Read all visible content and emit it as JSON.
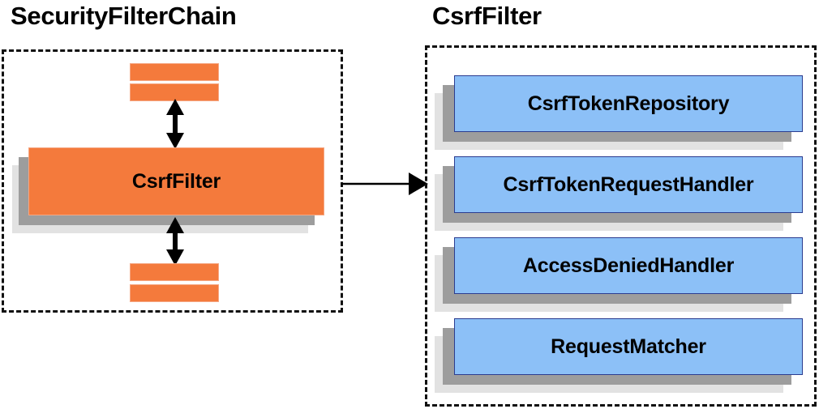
{
  "diagram": {
    "type": "component-collaboration-diagram",
    "background_color": "#ffffff",
    "panels": [
      {
        "id": "security-filter-chain",
        "title": "SecurityFilterChain",
        "border_style": "dashed",
        "border_color": "#111111"
      },
      {
        "id": "csrf-filter",
        "title": "CsrfFilter",
        "border_style": "dashed",
        "border_color": "#111111"
      }
    ]
  },
  "left_panel": {
    "title": "SecurityFilterChain",
    "highlight_component": {
      "label": "CsrfFilter",
      "fill_color": "#f47a3c",
      "border_color": "#f5a783"
    },
    "filters_above": [
      {
        "label": "",
        "fill_color": "#f47a3c"
      },
      {
        "label": "",
        "fill_color": "#f47a3c"
      }
    ],
    "filters_below": [
      {
        "label": "",
        "fill_color": "#f47a3c"
      },
      {
        "label": "",
        "fill_color": "#f47a3c"
      }
    ],
    "connectors": [
      {
        "name": "above-to-csrffilter",
        "style": "double-headed-vertical"
      },
      {
        "name": "csrffilter-to-below",
        "style": "double-headed-vertical"
      }
    ]
  },
  "right_panel": {
    "title": "CsrfFilter",
    "collaborators": [
      {
        "label": "CsrfTokenRepository",
        "fill_color": "#8cc0f7",
        "border_color": "#2b3c8f"
      },
      {
        "label": "CsrfTokenRequestHandler",
        "fill_color": "#8cc0f7",
        "border_color": "#2b3c8f"
      },
      {
        "label": "AccessDeniedHandler",
        "fill_color": "#8cc0f7",
        "border_color": "#2b3c8f"
      },
      {
        "label": "RequestMatcher",
        "fill_color": "#8cc0f7",
        "border_color": "#2b3c8f"
      }
    ]
  },
  "link": {
    "name": "expand-arrow",
    "from": "SecurityFilterChain",
    "to": "CsrfFilter",
    "style": "single-headed-horizontal",
    "color": "#000000"
  },
  "colors": {
    "orange_fill": "#f47a3c",
    "orange_border": "#f5a783",
    "blue_fill": "#8cc0f7",
    "blue_border": "#2b3c8f",
    "shadow_near": "#9d9d9d",
    "shadow_far": "#e2e2e2",
    "stroke": "#111111",
    "text": "#000000"
  }
}
